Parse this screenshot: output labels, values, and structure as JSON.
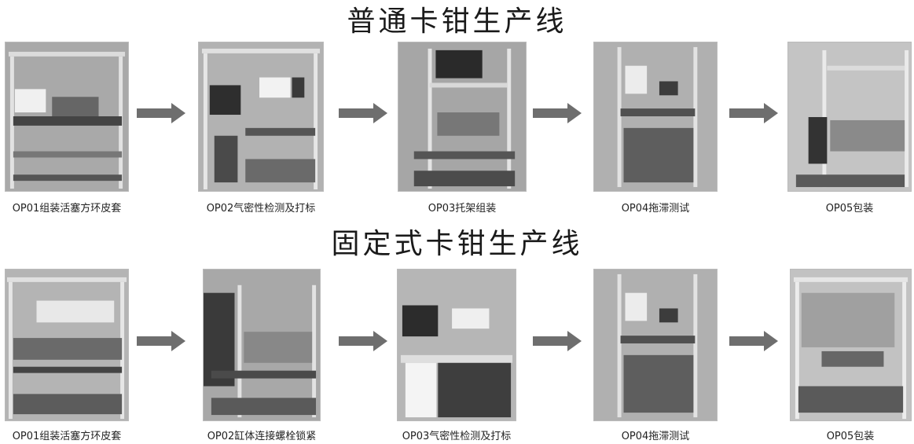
{
  "rows": [
    {
      "title": "普通卡钳生产线",
      "steps": [
        {
          "caption": "OP01组装活塞方环皮套"
        },
        {
          "caption": "OP02气密性检测及打标"
        },
        {
          "caption": "OP03托架组装"
        },
        {
          "caption": "OP04拖滞测试"
        },
        {
          "caption": "OP05包装"
        }
      ]
    },
    {
      "title": "固定式卡钳生产线",
      "steps": [
        {
          "caption": "OP01组装活塞方环皮套"
        },
        {
          "caption": "OP02缸体连接螺栓锁紧"
        },
        {
          "caption": "OP03气密性检测及打标"
        },
        {
          "caption": "OP04拖滞测试"
        },
        {
          "caption": "OP05包装"
        }
      ]
    }
  ],
  "icons": {
    "flow_arrow": "arrow-right-icon",
    "photo": "workstation-photo"
  },
  "colors": {
    "arrow": "#6e6e6e",
    "title": "#1a1a1a"
  }
}
